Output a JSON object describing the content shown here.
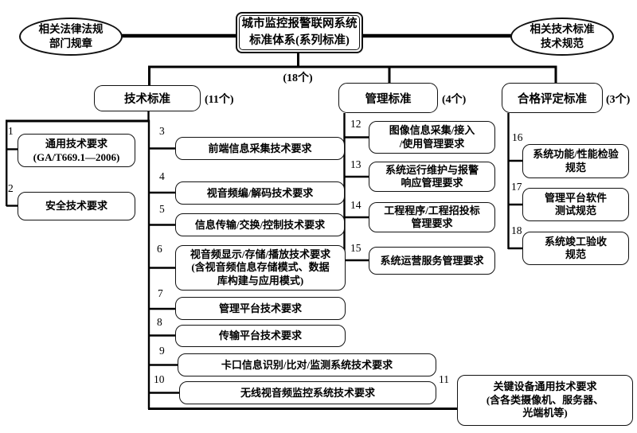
{
  "diagram": {
    "title_note": "城市监控报警联网系统标准体系(系列标准)",
    "root": {
      "line1": "城市监控报警联网系统",
      "line2": "标准体系(系列标准)"
    },
    "left_ellipse": {
      "line1": "相关法律法规",
      "line2": "部门规章"
    },
    "right_ellipse": {
      "line1": "相关技术标准",
      "line2": "技术规范"
    },
    "total_count": "(18个)",
    "branches": {
      "tech": {
        "label": "技术标准",
        "count": "(11个)"
      },
      "mgmt": {
        "label": "管理标准",
        "count": "(4个)"
      },
      "conf": {
        "label": "合格评定标准",
        "count": "(3个)"
      }
    },
    "items": {
      "i1": {
        "num": "1",
        "l1": "通用技术要求",
        "l2": "(GA/T669.1—2006)"
      },
      "i2": {
        "num": "2",
        "l1": "安全技术要求"
      },
      "i3": {
        "num": "3",
        "l1": "前端信息采集技术要求"
      },
      "i4": {
        "num": "4",
        "l1": "视音频编/解码技术要求"
      },
      "i5": {
        "num": "5",
        "l1": "信息传输/交换/控制技术要求"
      },
      "i6": {
        "num": "6",
        "l1": "视音频显示/存储/播放技术要求",
        "l2": "(含视音频信息存储模式、数据",
        "l3": "库构建与应用模式)"
      },
      "i7": {
        "num": "7",
        "l1": "管理平台技术要求"
      },
      "i8": {
        "num": "8",
        "l1": "传输平台技术要求"
      },
      "i9": {
        "num": "9",
        "l1": "卡口信息识别/比对/监测系统技术要求"
      },
      "i10": {
        "num": "10",
        "l1": "无线视音频监控系统技术要求"
      },
      "i11": {
        "num": "11",
        "l1": "关键设备通用技术要求",
        "l2": "(含各类摄像机、服务器、",
        "l3": "光端机等)"
      },
      "i12": {
        "num": "12",
        "l1": "图像信息采集/接入",
        "l2": "/使用管理要求"
      },
      "i13": {
        "num": "13",
        "l1": "系统运行维护与报警",
        "l2": "响应管理要求"
      },
      "i14": {
        "num": "14",
        "l1": "工程程序/工程招投标",
        "l2": "管理要求"
      },
      "i15": {
        "num": "15",
        "l1": "系统运营服务管理要求"
      },
      "i16": {
        "num": "16",
        "l1": "系统功能/性能检验",
        "l2": "规范"
      },
      "i17": {
        "num": "17",
        "l1": "管理平台软件",
        "l2": "测试规范"
      },
      "i18": {
        "num": "18",
        "l1": "系统竣工验收",
        "l2": "规范"
      }
    },
    "line_color": "#000000"
  }
}
